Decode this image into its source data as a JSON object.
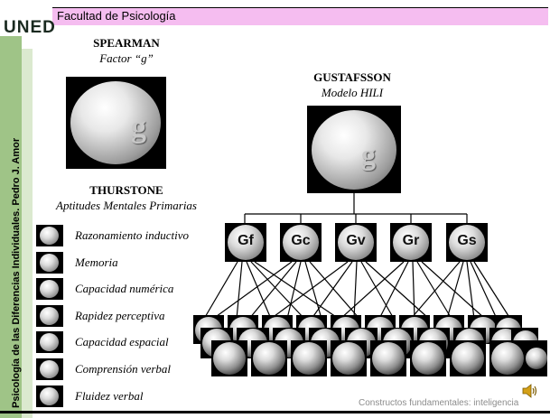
{
  "header": {
    "faculty": "Facultad de Psicología",
    "logo": "UNED"
  },
  "sidebar": {
    "vertical_text": "Psicología de las Diferencias Individuales.  Pedro J. Amor"
  },
  "spearman": {
    "title": "SPEARMAN",
    "subtitle": "Factor “g”",
    "sphere_letter": "g"
  },
  "gustafsson": {
    "title": "GUSTAFSSON",
    "subtitle": "Modelo HILI",
    "sphere_letter": "g"
  },
  "thurstone": {
    "title": "THURSTONE",
    "subtitle": "Aptitudes Mentales Primarias"
  },
  "abilities": [
    "Razonamiento inductivo",
    "Memoria",
    "Capacidad numérica",
    "Rapidez perceptiva",
    "Capacidad espacial",
    "Comprensión verbal",
    "Fluidez verbal"
  ],
  "factors": [
    "Gf",
    "Gc",
    "Gv",
    "Gr",
    "Gs"
  ],
  "footer": {
    "text": "Constructos fundamentales: inteligencia",
    "speaker_icon": "speaker-icon"
  },
  "colors": {
    "title_bar": "#f5bdf0",
    "sidebar": "#9fc487"
  }
}
